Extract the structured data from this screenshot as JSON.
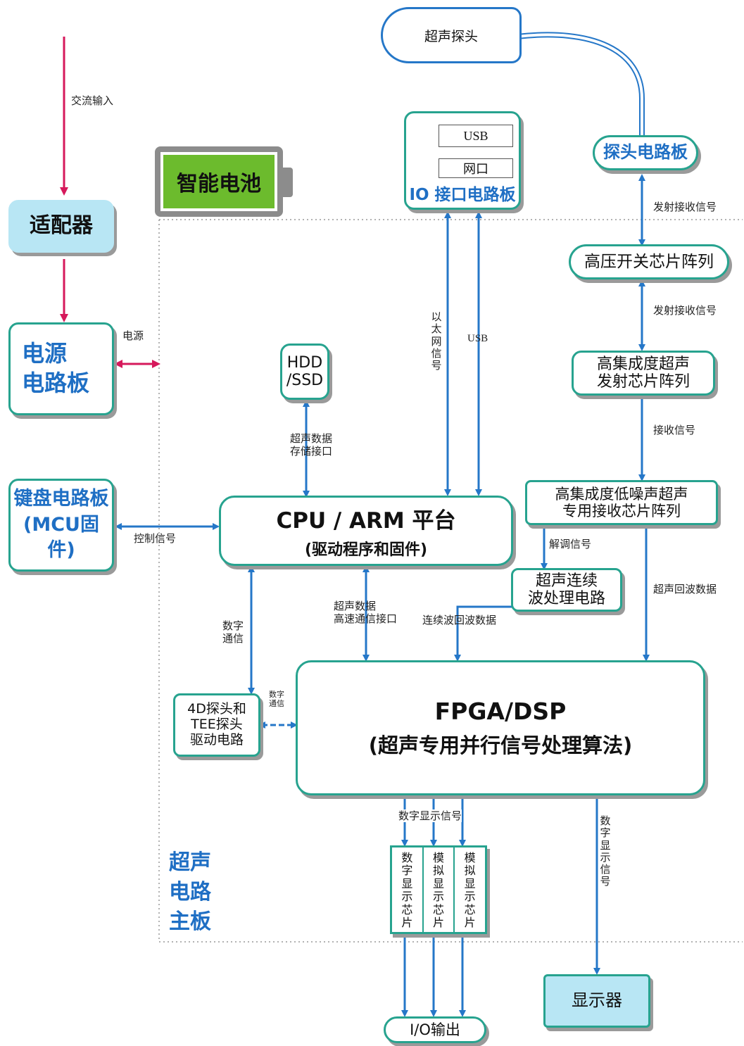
{
  "colors": {
    "teal_border": "#27a38f",
    "blue_arrow": "#2577c8",
    "red_arrow": "#d6195b",
    "battery_green": "#6cbb2d",
    "light_blue_fill": "#b8e6f4",
    "title_blue": "#1f6fc4"
  },
  "blocks": {
    "probe": "超声探头",
    "adapter": "适配器",
    "power_board": "电源\n电路板",
    "keyboard_board": "键盘电路板\n(MCU固件)",
    "battery": "智能电池",
    "io_board": {
      "title": "IO 接口电路板",
      "usb": "USB",
      "ethernet": "网口"
    },
    "probe_board": "探头电路板",
    "hv_switch": "高压开关芯片阵列",
    "tx_array": "高集成度超声\n发射芯片阵列",
    "rx_array": "高集成度低噪声超声\n专用接收芯片阵列",
    "hdd": "HDD\n/SSD",
    "cpu": {
      "line1": "CPU / ARM 平台",
      "line2": "(驱动程序和固件)"
    },
    "cw": "超声连续\n波处理电路",
    "probe4d": "4D探头和\nTEE探头\n驱动电路",
    "fpga": {
      "line1": "FPGA/DSP",
      "line2": "(超声专用并行信号处理算法)"
    },
    "chips": [
      "数字显示芯片",
      "模拟显示芯片",
      "模拟显示芯片"
    ],
    "io_out": "I/O输出",
    "display": "显示器",
    "mainboard": "超声\n电路\n主板"
  },
  "labels": {
    "ac_input": "交流输入",
    "power": "电源",
    "tx_rx_1": "发射接收信号",
    "tx_rx_2": "发射接收信号",
    "receive": "接收信号",
    "ethernet_signal": "以太网信号",
    "usb": "USB",
    "storage": "超声数据\n存储接口",
    "control": "控制信号",
    "demod": "解调信号",
    "echo": "超声回波数据",
    "digital_comm": "数字\n通信",
    "digital_comm_small": "数字\n通信",
    "highspeed": "超声数据\n高速通信接口",
    "cw_echo": "连续波回波数据",
    "display_signal": "数字显示信号",
    "display_signal_v": "数字显示信号"
  }
}
